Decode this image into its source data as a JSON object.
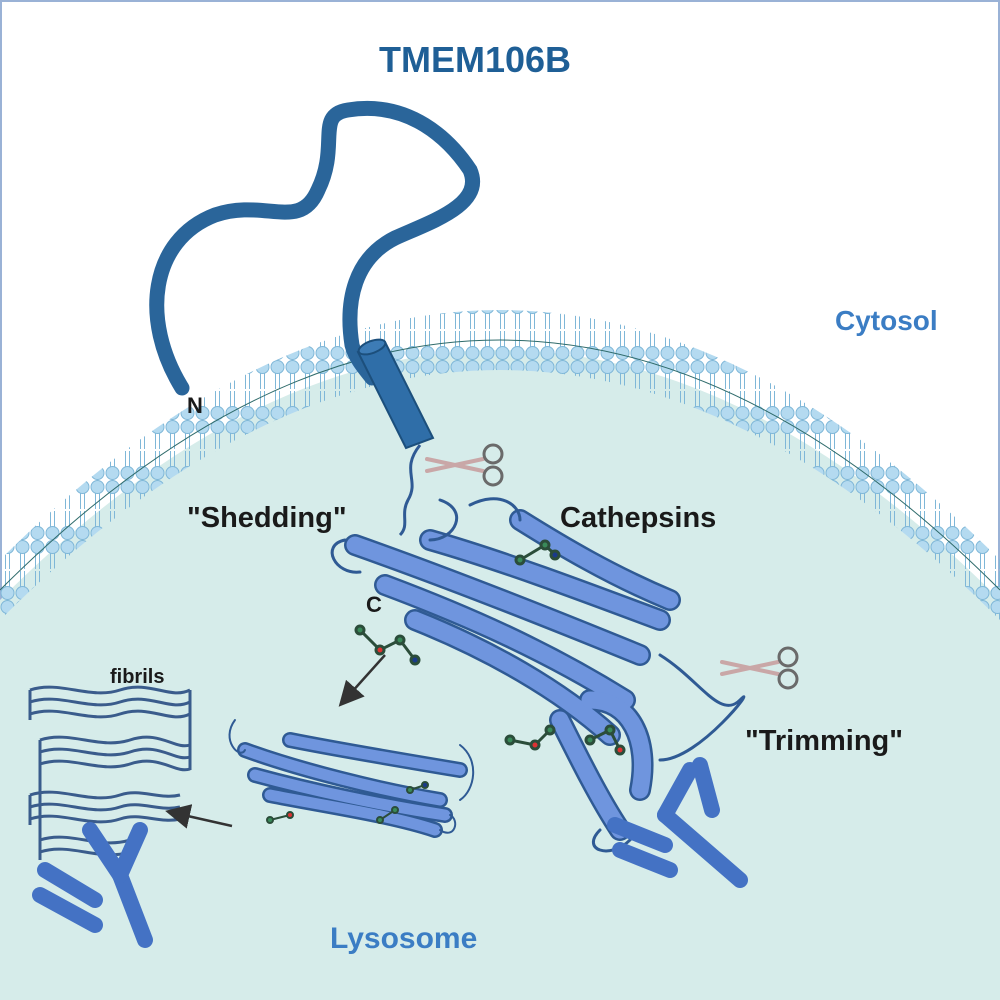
{
  "title": "TMEM106B",
  "labels": {
    "cytosol": "Cytosol",
    "lysosome": "Lysosome",
    "n_terminus": "N",
    "c_terminus": "C",
    "shedding": "\"Shedding\"",
    "trimming": "\"Trimming\"",
    "cathepsins": "Cathepsins",
    "fibrils": "fibrils"
  },
  "colors": {
    "title": "#1f5f96",
    "compartment_label": "#3b7dc4",
    "protein_dark": "#2a659a",
    "protein_light": "#6f95de",
    "lysosome_fill": "#d6ecea",
    "membrane": "#a9d3ec",
    "antibody": "#4472c4",
    "text": "#1a1a1a"
  },
  "icons": [
    "scissors-icon",
    "antibody-icon",
    "arrow-icon"
  ]
}
